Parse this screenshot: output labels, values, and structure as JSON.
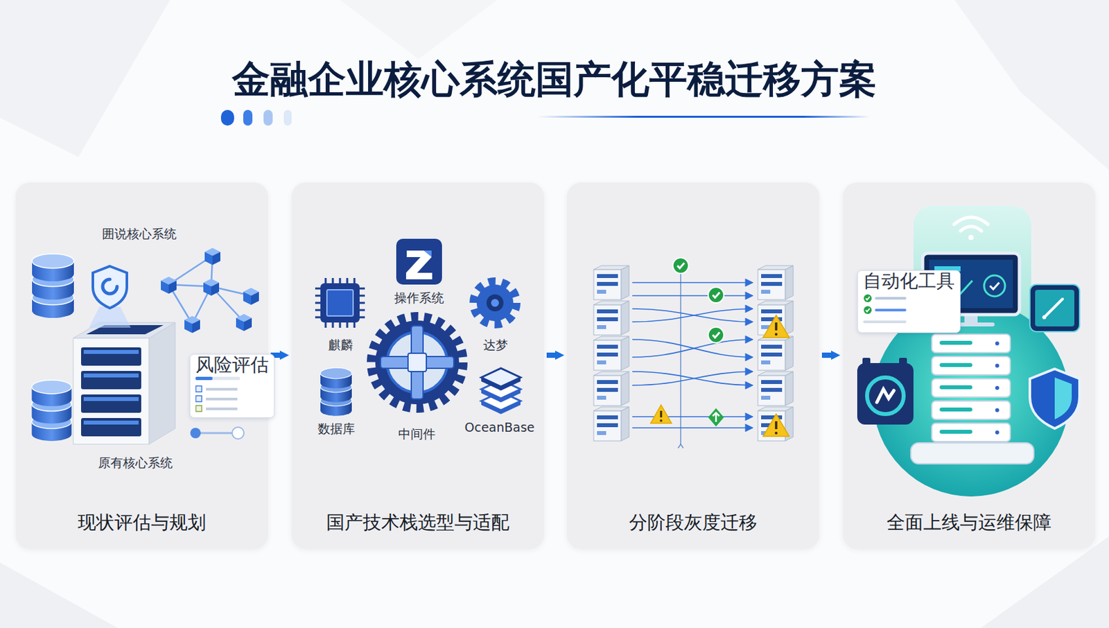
{
  "diagram": {
    "title": "金融企业核心系统国产化平稳迁移方案",
    "nodes": [
      {
        "text": [
          "现状评估与规划"
        ]
      },
      {
        "text": [
          "风险评估"
        ],
        "in": 0
      },
      {
        "text": [
          "国产技术栈选型与适配"
        ]
      },
      {
        "text": [
          "分阶段灰度迁移"
        ]
      },
      {
        "text": [
          "全面上线与运维保障"
        ]
      },
      {
        "text": [
          "自动化工具"
        ],
        "in": 4
      }
    ],
    "edges": [
      {
        "from": 0,
        "to": 2,
        "arrow": "to"
      },
      {
        "from": 2,
        "to": 3,
        "arrow": "to"
      },
      {
        "from": 3,
        "to": 4,
        "arrow": "to"
      }
    ],
    "labels": [
      "囲说核心系统",
      "原有核心系统",
      "操作系统",
      "麒麟",
      "达梦",
      "数据库",
      "中间件",
      "OceanBase"
    ]
  }
}
